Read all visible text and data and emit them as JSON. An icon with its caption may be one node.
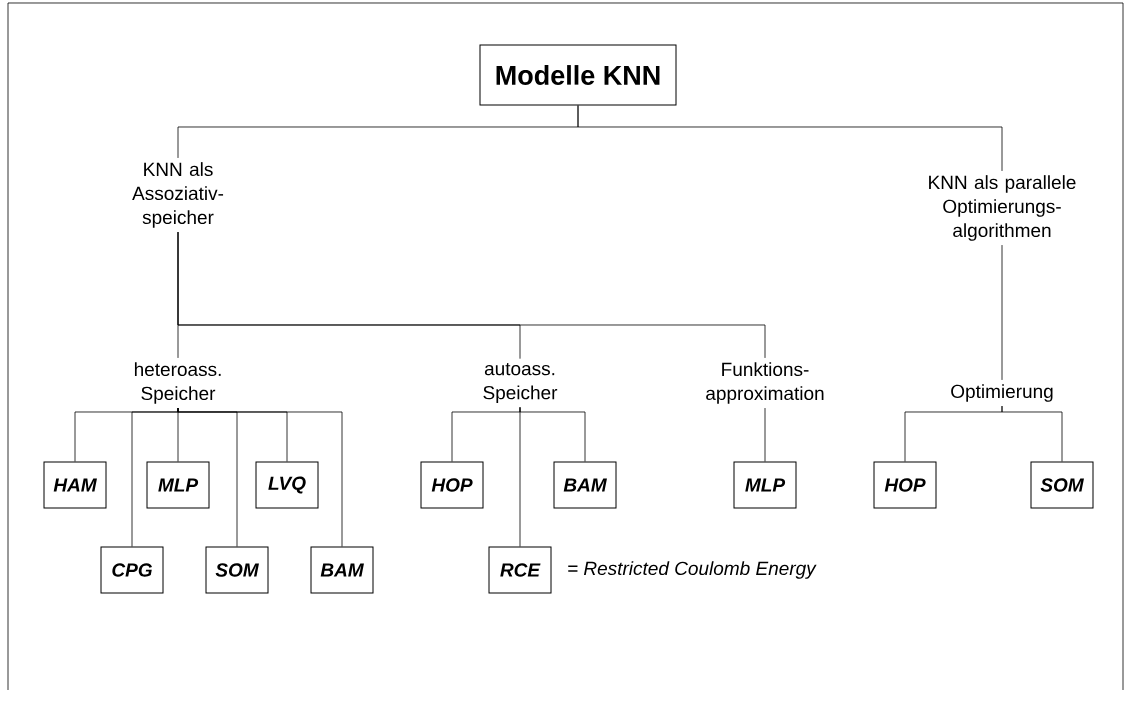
{
  "diagram": {
    "nodes": [
      {
        "text": [
          "Modelle KNN"
        ]
      },
      {
        "text": [
          "KNN als Assoziativ- speicher"
        ]
      },
      {
        "text": [
          "KNN als parallele Optimierungs- algorithmen"
        ]
      },
      {
        "text": [
          "heteroass. Speicher"
        ]
      },
      {
        "text": [
          "autoass. Speicher"
        ]
      },
      {
        "text": [
          "Funktions- approximation"
        ]
      },
      {
        "text": [
          "Optimierung"
        ]
      },
      {
        "text": [
          "HAM"
        ]
      },
      {
        "text": [
          "CPG"
        ]
      },
      {
        "text": [
          "MLP"
        ]
      },
      {
        "text": [
          "SOM"
        ]
      },
      {
        "text": [
          "LVQ"
        ]
      },
      {
        "text": [
          "BAM"
        ]
      },
      {
        "text": [
          "HOP"
        ]
      },
      {
        "text": [
          "RCE"
        ],
        "beside": [
          "= Restricted Coulomb Energy"
        ]
      },
      {
        "text": [
          "BAM"
        ]
      },
      {
        "text": [
          "MLP"
        ]
      },
      {
        "text": [
          "HOP"
        ]
      },
      {
        "text": [
          "SOM"
        ]
      }
    ],
    "edges": [
      {
        "from": 0,
        "to": 1,
        "arrow": "none"
      },
      {
        "from": 0,
        "to": 2,
        "arrow": "none"
      },
      {
        "from": 1,
        "to": 3,
        "arrow": "none"
      },
      {
        "from": 1,
        "to": 4,
        "arrow": "none"
      },
      {
        "from": 1,
        "to": 5,
        "arrow": "none"
      },
      {
        "from": 2,
        "to": 6,
        "arrow": "none"
      },
      {
        "from": 3,
        "to": 7,
        "arrow": "none"
      },
      {
        "from": 3,
        "to": 8,
        "arrow": "none"
      },
      {
        "from": 3,
        "to": 9,
        "arrow": "none"
      },
      {
        "from": 3,
        "to": 10,
        "arrow": "none"
      },
      {
        "from": 3,
        "to": 11,
        "arrow": "none"
      },
      {
        "from": 3,
        "to": 12,
        "arrow": "none"
      },
      {
        "from": 4,
        "to": 13,
        "arrow": "none"
      },
      {
        "from": 4,
        "to": 14,
        "arrow": "none"
      },
      {
        "from": 4,
        "to": 15,
        "arrow": "none"
      },
      {
        "from": 5,
        "to": 16,
        "arrow": "none"
      },
      {
        "from": 6,
        "to": 17,
        "arrow": "none"
      },
      {
        "from": 6,
        "to": 18,
        "arrow": "none"
      }
    ]
  }
}
